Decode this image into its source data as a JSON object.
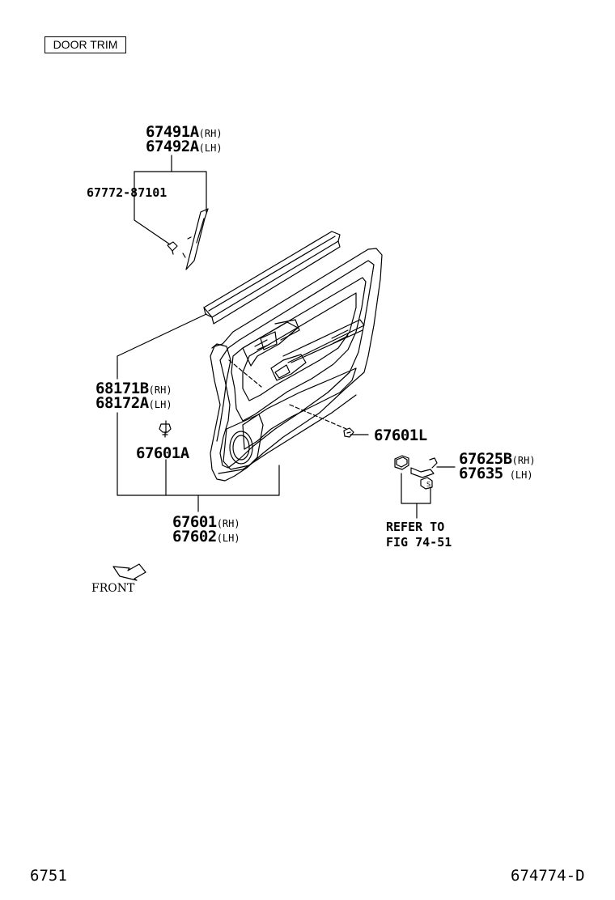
{
  "header": {
    "section_title": "DOOR TRIM"
  },
  "callouts": {
    "weatherstrip_rh": {
      "part": "67491A",
      "side": "(RH)"
    },
    "weatherstrip_lh": {
      "part": "67492A",
      "side": "(LH)"
    },
    "clip": {
      "part": "67772-87101"
    },
    "weatherstrip_outer_rh": {
      "part": "68171B",
      "side": "(RH)"
    },
    "weatherstrip_outer_lh": {
      "part": "68172A",
      "side": "(LH)"
    },
    "clip_a": {
      "part": "67601A"
    },
    "clip_l": {
      "part": "67601L"
    },
    "trim_board_rh": {
      "part": "67601",
      "side": "(RH)"
    },
    "trim_board_lh": {
      "part": "67602",
      "side": "(LH)"
    },
    "switch_rh": {
      "part": "67625B",
      "side": "(RH)"
    },
    "switch_lh": {
      "part": "67635",
      "side": "(LH)"
    },
    "refer_line1": "REFER TO",
    "refer_line2": "FIG 74-51"
  },
  "front_indicator": {
    "label": "FRONT"
  },
  "footer": {
    "page_code": "6751",
    "figure_code": "674774-D"
  }
}
